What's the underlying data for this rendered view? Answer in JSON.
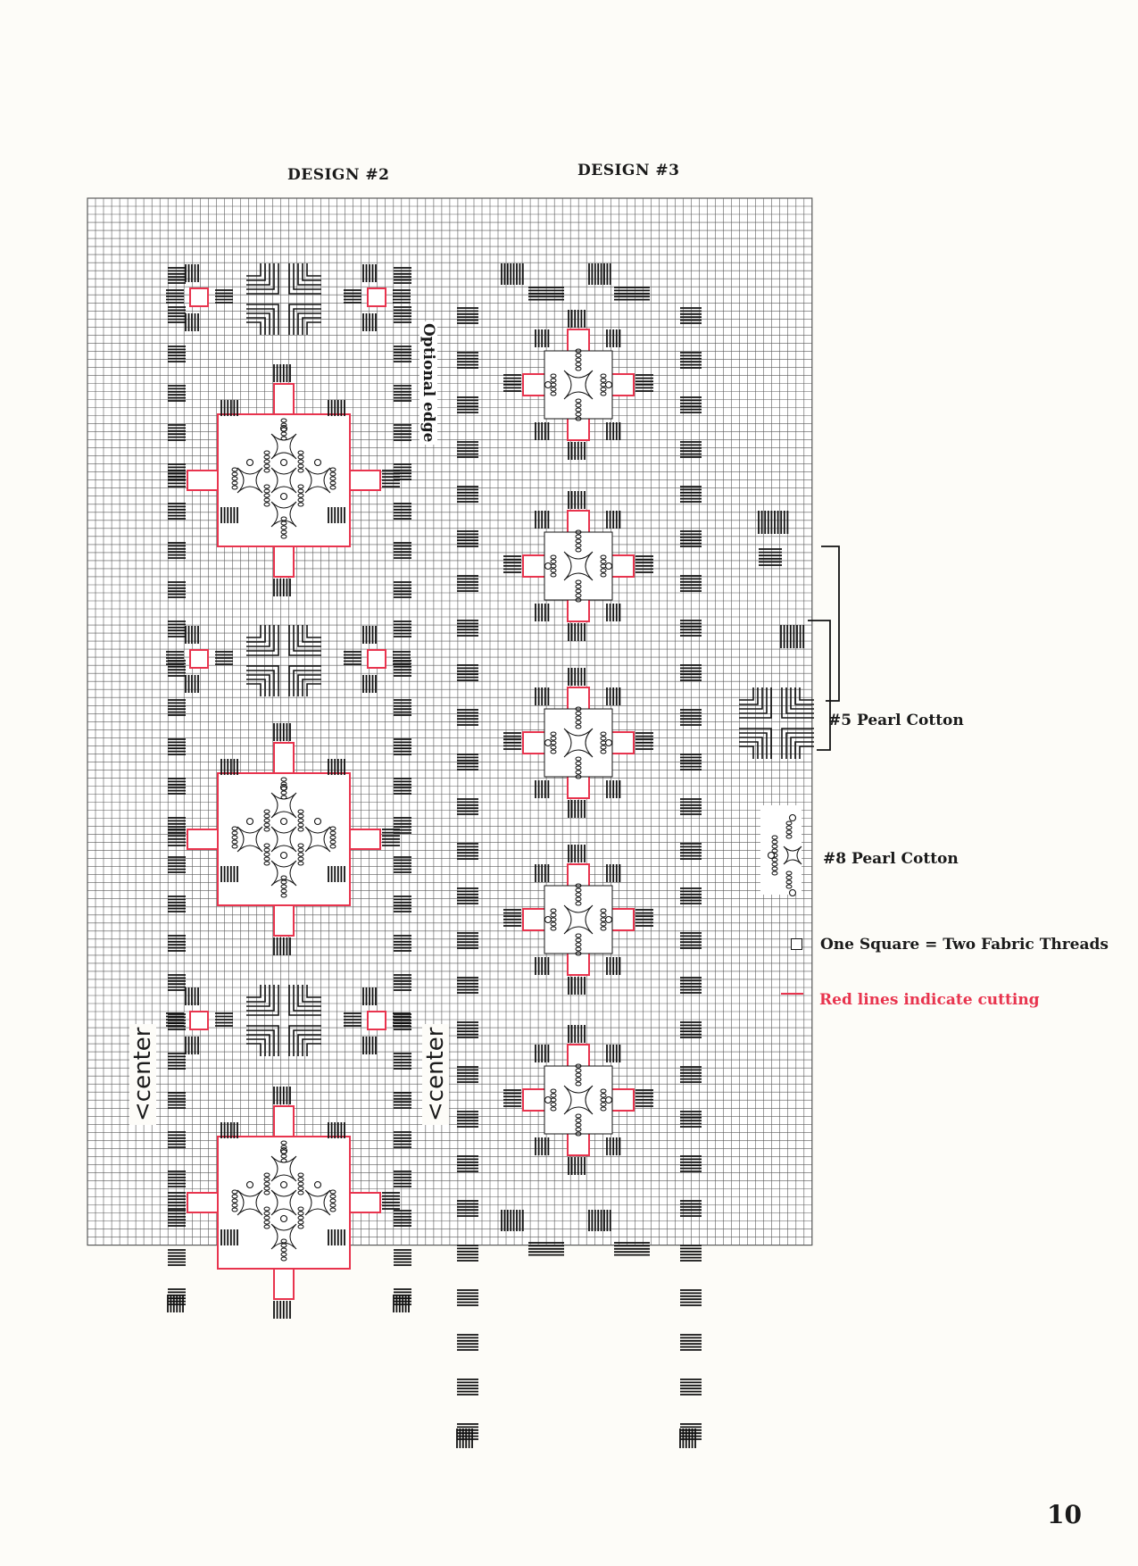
{
  "titles": {
    "design2": "DESIGN #2",
    "design3": "DESIGN #3"
  },
  "annotations": {
    "optional_edge": "Optional edge",
    "center_left": "center",
    "center_right": "center"
  },
  "legend": {
    "pearl5": "#5 Pearl Cotton",
    "pearl8": "#8 Pearl Cotton",
    "square": "One Square = Two Fabric Threads",
    "red": "Red lines indicate cutting"
  },
  "page_number": "10",
  "colors": {
    "grid": "#5a5a5a",
    "stitch": "#111111",
    "cut": "#e8344e",
    "paper": "#fdfcf8"
  }
}
